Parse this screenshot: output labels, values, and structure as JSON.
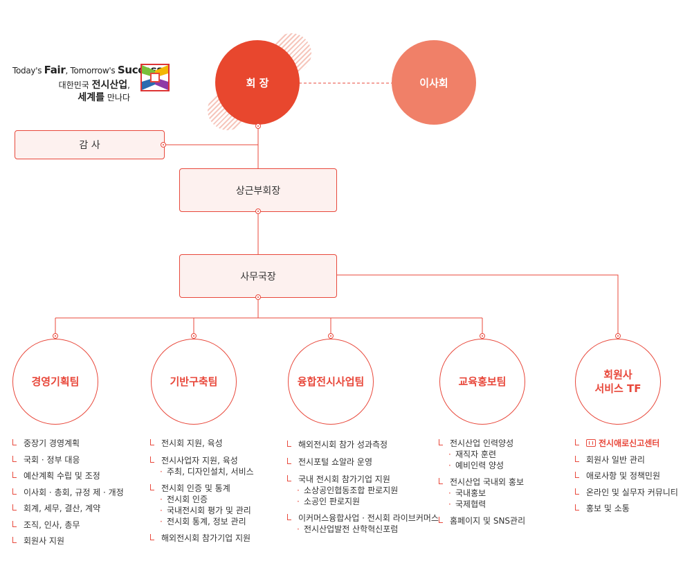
{
  "logo": {
    "line1": [
      "Today's ",
      "Fair",
      ", Tomorrow's ",
      "Success"
    ],
    "line2": [
      "대한민국 ",
      "전시산업",
      ","
    ],
    "line3": [
      "세계를",
      " 만나다"
    ]
  },
  "top": {
    "chairman": "회 장",
    "board": "이사회",
    "auditor": "감 사",
    "vice_chairman": "상근부회장",
    "secretary_general": "사무국장"
  },
  "colors": {
    "accent": "#e8473a",
    "light_accent": "#f08068",
    "box_fill": "#fdf1ef"
  },
  "departments": [
    {
      "name": "경영기획팀",
      "items": [
        {
          "t": "중장기 경영계획",
          "subs": []
        },
        {
          "t": "국회 · 정부 대응",
          "subs": []
        },
        {
          "t": "예산계획 수립 및 조정",
          "subs": []
        },
        {
          "t": "이사회 · 총회, 규정 제 · 개정",
          "subs": []
        },
        {
          "t": "회계, 세무, 결산, 계약",
          "subs": []
        },
        {
          "t": "조직, 인사, 총무",
          "subs": []
        },
        {
          "t": "회원사 지원",
          "subs": []
        }
      ]
    },
    {
      "name": "기반구축팀",
      "items": [
        {
          "t": "전시회 지원, 육성",
          "subs": []
        },
        {
          "t": "전시사업자 지원, 육성",
          "subs": [
            "주최, 디자인설치, 서비스"
          ]
        },
        {
          "t": "전시회 인증 및 통계",
          "subs": [
            "전시회 인증",
            "국내전시회 평가 및 관리",
            "전시회 통계, 정보 관리"
          ]
        },
        {
          "t": "해외전시회 참가기업 지원",
          "subs": []
        }
      ]
    },
    {
      "name": "융합전시사업팀",
      "items": [
        {
          "t": "해외전시회 참가 성과측정",
          "subs": []
        },
        {
          "t": "전시포털 쇼알라 운영",
          "subs": []
        },
        {
          "t": "국내 전시회 참가기업 지원",
          "subs": [
            "소상공인협동조합 판로지원",
            "소공인 판로지원"
          ]
        },
        {
          "t": "이커머스융합사업 · 전시회 라이브커머스",
          "subs": [
            "전시산업발전 산학혁신포럼"
          ]
        }
      ]
    },
    {
      "name": "교육홍보팀",
      "items": [
        {
          "t": "전시산업 인력양성",
          "subs": [
            "재직자 훈련",
            "예비인력 양성"
          ]
        },
        {
          "t": "전시산업 국내외 홍보",
          "subs": [
            "국내홍보",
            "국제협력"
          ]
        },
        {
          "t": "홈페이지 및 SNS관리",
          "subs": []
        }
      ]
    },
    {
      "name": "회원사\n서비스 TF",
      "items": [
        {
          "t": "전시애로신고센터",
          "subs": [],
          "highlight": true
        },
        {
          "t": "회원사 일반 관리",
          "subs": []
        },
        {
          "t": "애로사항 및 정책민원",
          "subs": []
        },
        {
          "t": "온라인 및 실무자 커뮤니티",
          "subs": []
        },
        {
          "t": "홍보 및 소통",
          "subs": []
        }
      ]
    }
  ]
}
